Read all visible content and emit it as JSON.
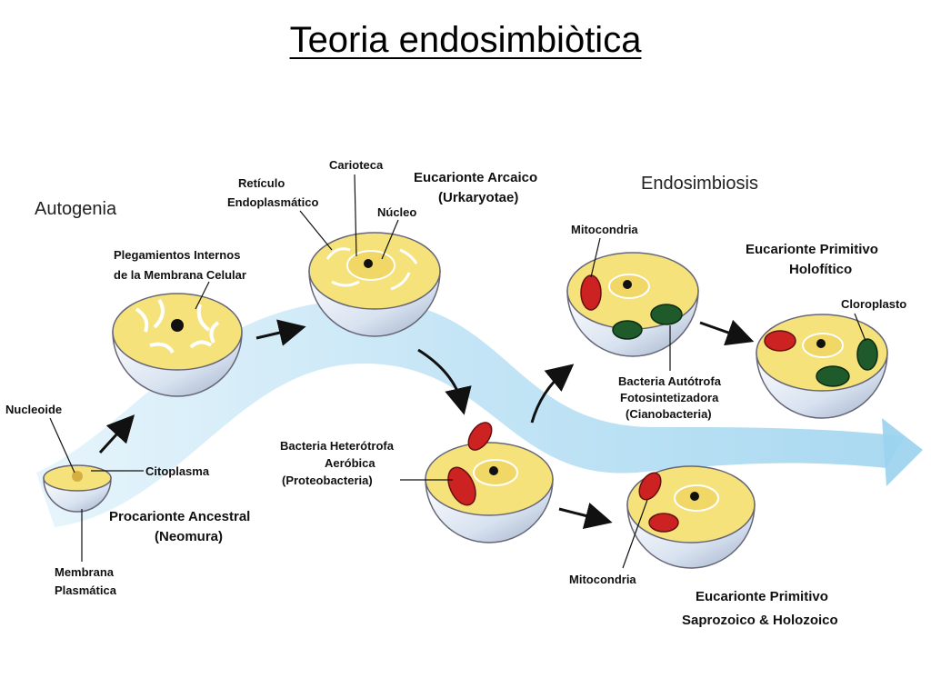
{
  "title": "Teoria endosimbiòtica",
  "labels": {
    "autogenia": "Autogenia",
    "endosimbiosis": "Endosimbiosis",
    "nucleoide": "Nucleoide",
    "citoplasma": "Citoplasma",
    "membrana_1": "Membrana",
    "membrana_2": "Plasmática",
    "procarionte_1": "Procarionte Ancestral",
    "procarionte_2": "(Neomura)",
    "plegamientos_1": "Plegamientos Internos",
    "plegamientos_2": "de la Membrana Celular",
    "reticulo_1": "Retículo",
    "reticulo_2": "Endoplasmático",
    "carioteca": "Carioteca",
    "nucleo": "Núcleo",
    "arcaico_1": "Eucarionte Arcaico",
    "arcaico_2": "(Urkaryotae)",
    "heterotrofa_1": "Bacteria Heterótrofa",
    "heterotrofa_2": "Aeróbica",
    "heterotrofa_3": "(Proteobacteria)",
    "mitocondria_top": "Mitocondria",
    "mitocondria_bottom": "Mitocondria",
    "autotrofa_1": "Bacteria Autótrofa",
    "autotrofa_2": "Fotosintetizadora",
    "autotrofa_3": "(Cianobacteria)",
    "holofitico_1": "Eucarionte Primitivo",
    "holofitico_2": "Holofítico",
    "cloroplasto": "Cloroplasto",
    "saprozoico_1": "Eucarionte Primitivo",
    "saprozoico_2": "Saprozoico & Holozoico"
  },
  "colors": {
    "cytoplasm": "#f6e27a",
    "cell_wall": "#dfe8f5",
    "flow_band": "#bfe3f5",
    "mitochondria": "#cc2222",
    "chloroplast": "#1e5a2a"
  }
}
